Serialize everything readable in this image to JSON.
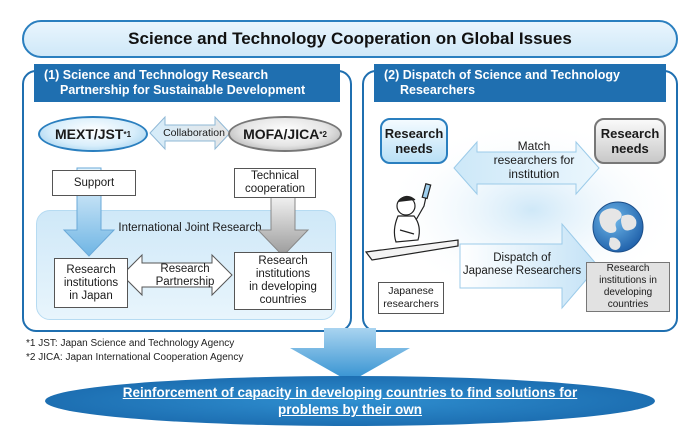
{
  "title": "Science and Technology Cooperation on Global Issues",
  "left": {
    "heading_line1": "(1) Science and Technology Research",
    "heading_line2": "Partnership for Sustainable Development",
    "mext": "MEXT/JST",
    "mext_sup": "*1",
    "collaboration": "Collaboration",
    "mofa": "MOFA/JICA",
    "mofa_sup": "*2",
    "support": "Support",
    "technical_line1": "Technical",
    "technical_line2": "cooperation",
    "international": "International Joint Research",
    "japan_line1": "Research",
    "japan_line2": "institutions",
    "japan_line3": "in Japan",
    "partnership_line1": "Research",
    "partnership_line2": "Partnership",
    "developing_line1": "Research institutions",
    "developing_line2": "in developing",
    "developing_line3": "countries"
  },
  "right": {
    "heading_line1": "(2) Dispatch of Science and Technology",
    "heading_line2": "Researchers",
    "needs_left_line1": "Research",
    "needs_left_line2": "needs",
    "match_line1": "Match",
    "match_line2": "researchers for",
    "match_line3": "institution",
    "needs_right_line1": "Research",
    "needs_right_line2": "needs",
    "dispatch_line1": "Dispatch of",
    "dispatch_line2": "Japanese Researchers",
    "japanese_line1": "Japanese",
    "japanese_line2": "researchers",
    "inst_line1": "Research",
    "inst_line2": "institutions in",
    "inst_line3": "developing countries"
  },
  "footnotes": {
    "f1": "*1 JST: Japan Science and Technology Agency",
    "f2": "*2 JICA: Japan International Cooperation Agency"
  },
  "conclusion": {
    "line1": "Reinforcement of capacity in developing countries to find solutions for",
    "line2": "problems by their own"
  },
  "colors": {
    "primary_blue": "#1f6fb0",
    "light_blue": "#cfe8f8",
    "gray": "#9c9c9c"
  }
}
